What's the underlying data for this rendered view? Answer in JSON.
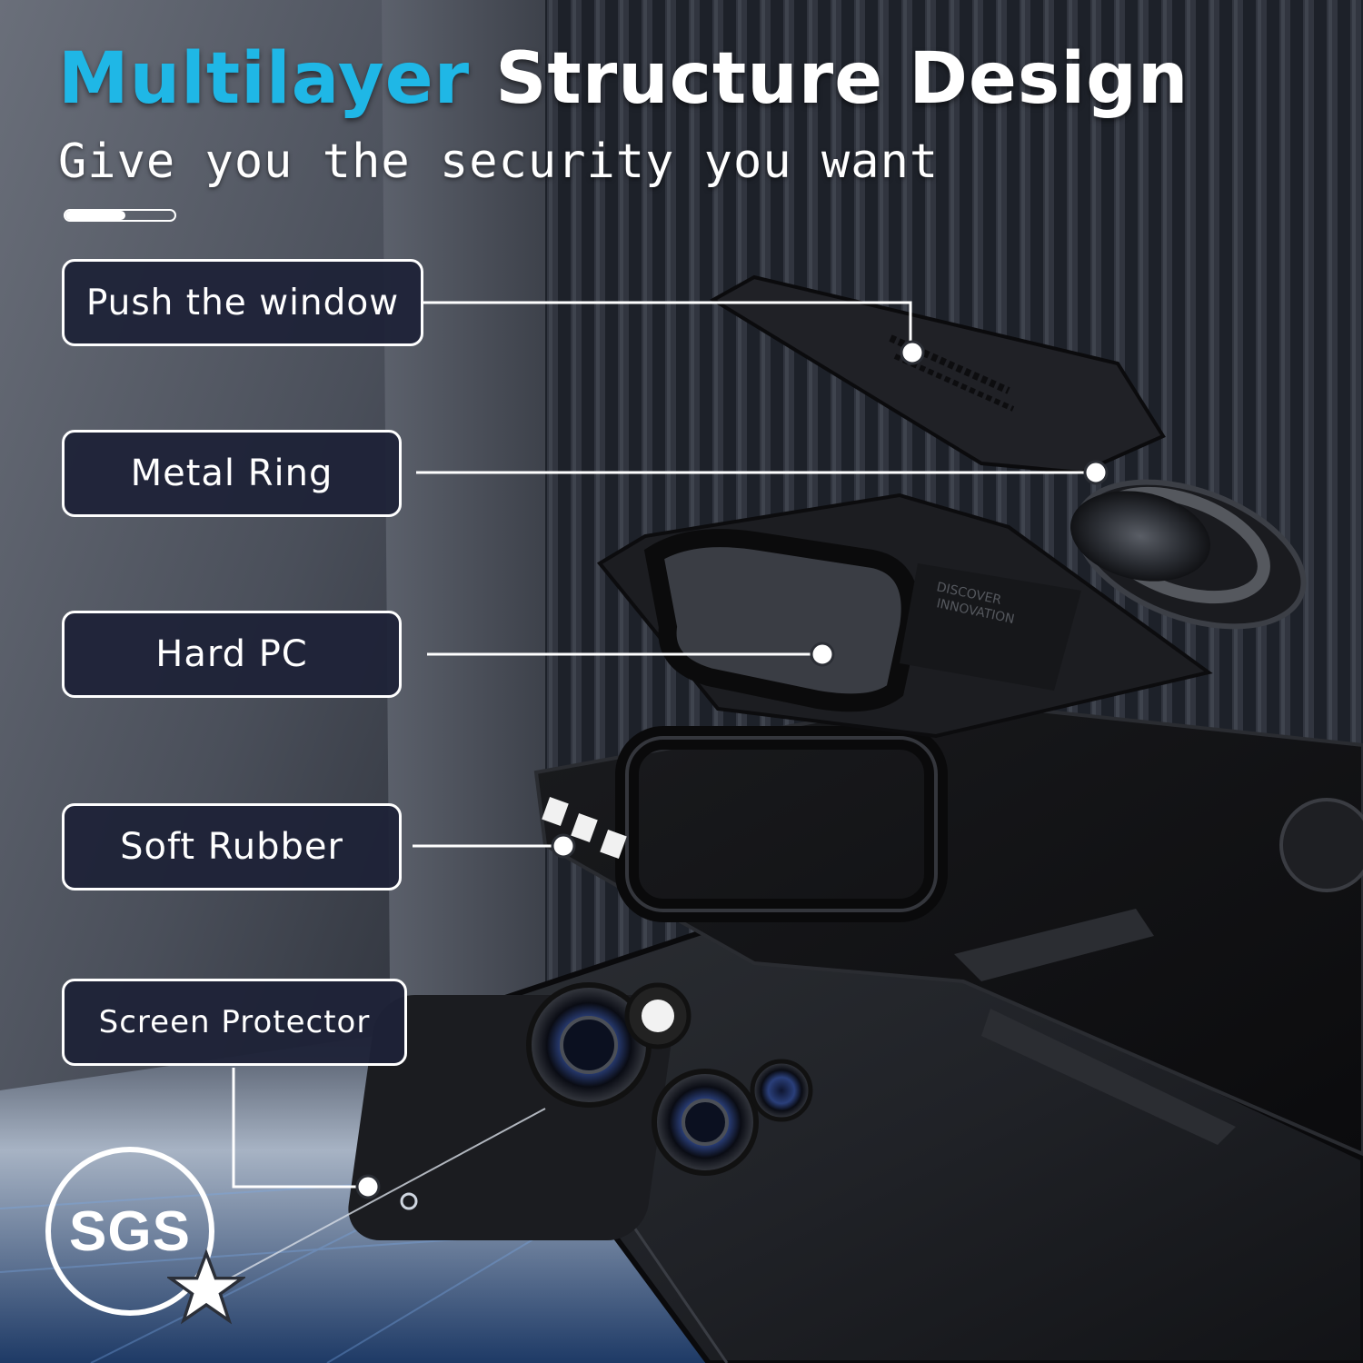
{
  "header": {
    "title_accent": "Multilayer",
    "title_rest": "Structure Design",
    "subtitle": "Give you the security you want",
    "accent_color": "#1fb7e6",
    "progress": 0.55
  },
  "layers": [
    {
      "label": "Push the window"
    },
    {
      "label": "Metal Ring"
    },
    {
      "label": "Hard PC"
    },
    {
      "label": "Soft Rubber"
    },
    {
      "label": "Screen Protector"
    }
  ],
  "case_embossing": {
    "line1": "DISCOVER",
    "line2": "INNOVATION"
  },
  "certification": {
    "badge_text": "SGS"
  }
}
